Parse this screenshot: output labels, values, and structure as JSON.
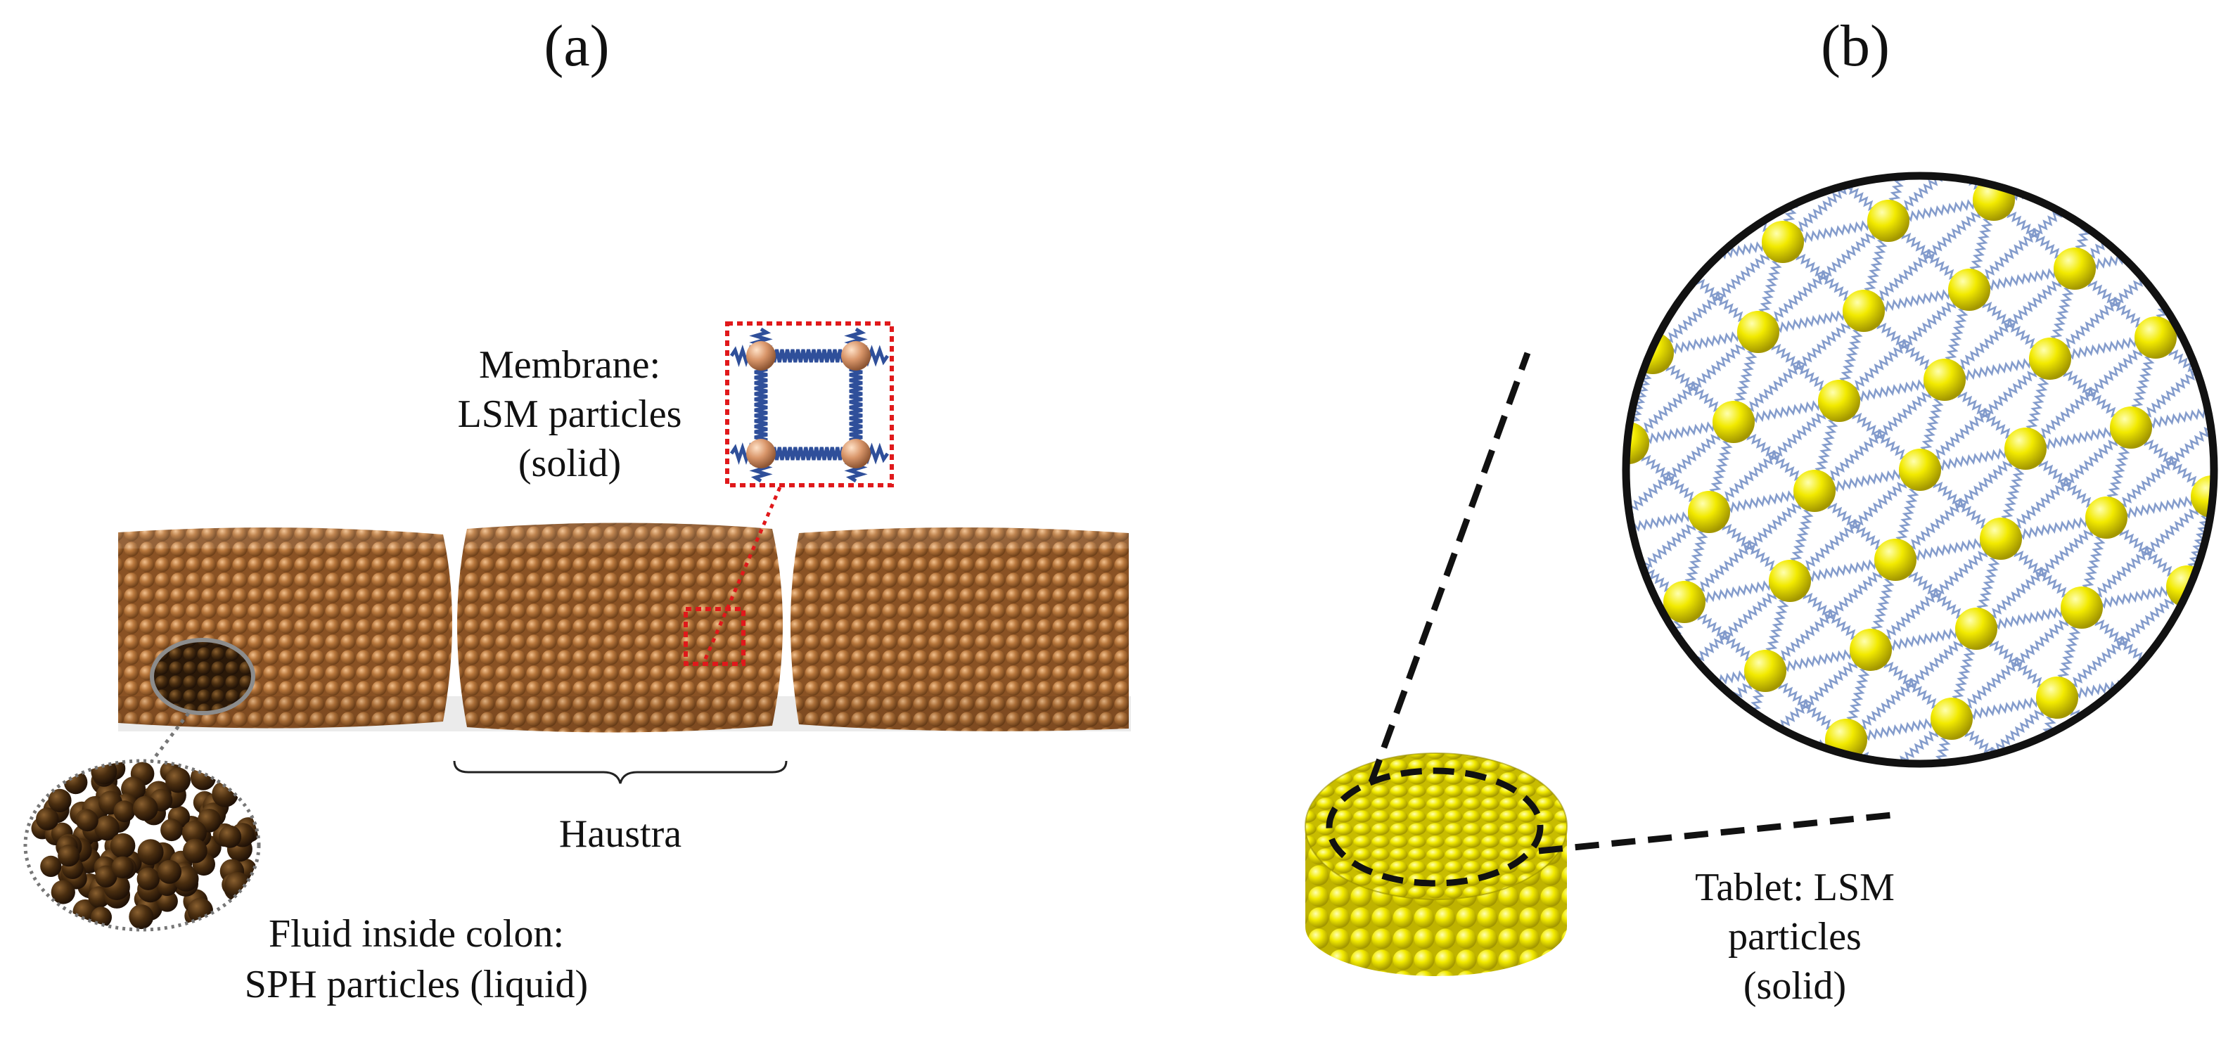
{
  "panels": {
    "a": {
      "label": "(a)",
      "membrane": [
        "Membrane:",
        "LSM particles",
        "(solid)"
      ],
      "haustra": "Haustra",
      "fluid": [
        "Fluid inside colon:",
        "SPH particles (liquid)"
      ]
    },
    "b": {
      "label": "(b)",
      "tablet": [
        "Tablet: LSM",
        "particles",
        "(solid)"
      ]
    }
  },
  "colors": {
    "colon_particle": "#b5743a",
    "colon_particle_highlight": "#e0a56c",
    "fluid_particle": "#4a2e10",
    "membrane_spring": "#2f4f9a",
    "membrane_node": "#d9966a",
    "tablet_particle": "#f2ea00",
    "lattice_spring": "#7d97c9",
    "callout_red": "#e0191b",
    "dashed_black": "#111111"
  }
}
